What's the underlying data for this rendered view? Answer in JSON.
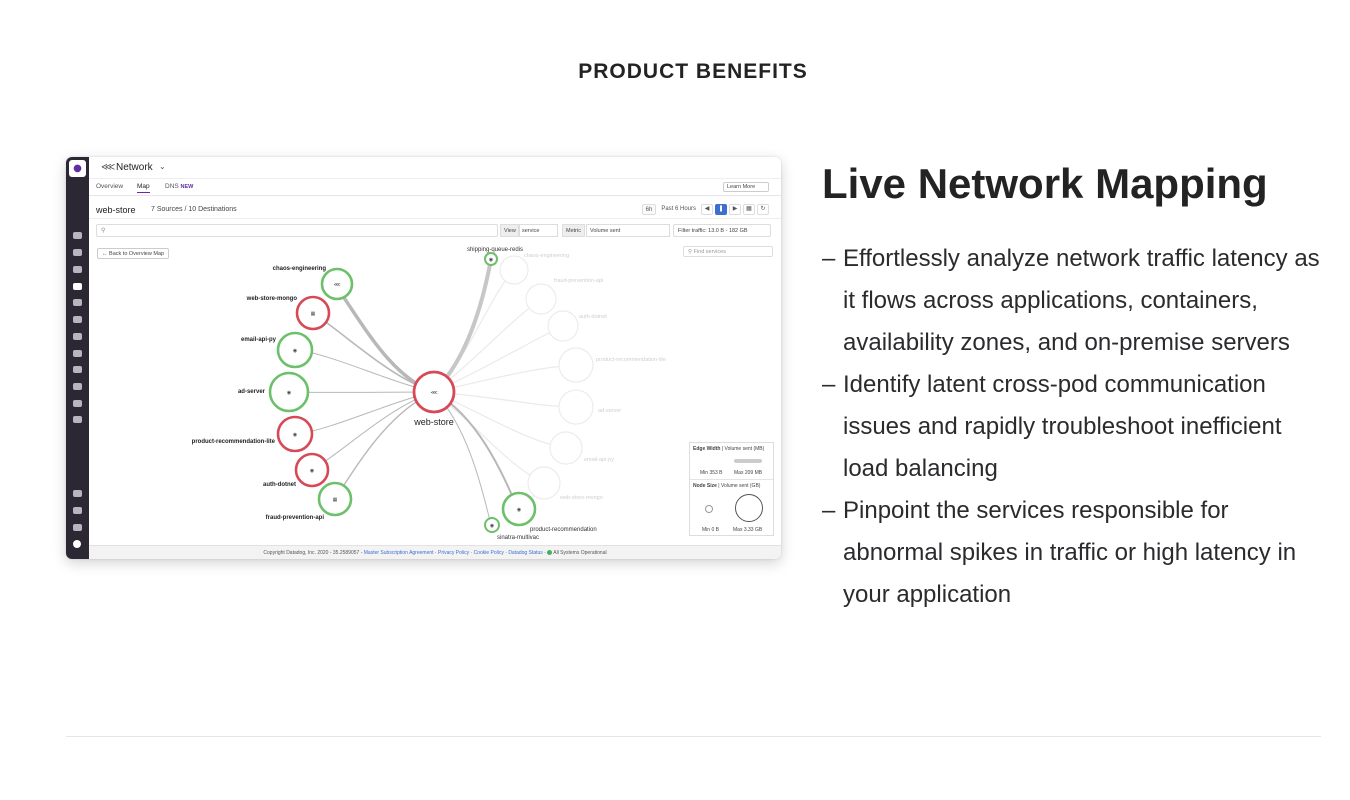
{
  "section": {
    "heading": "PRODUCT BENEFITS"
  },
  "screenshot": {
    "app_title": "Network",
    "tabs": [
      {
        "label": "Overview"
      },
      {
        "label": "Map"
      },
      {
        "label": "DNS",
        "badge": "NEW"
      }
    ],
    "learn_more": "Learn More",
    "service": "web-store",
    "counts": "7 Sources / 10 Destinations",
    "time_chip": "6h",
    "time_label": "Past 6 Hours",
    "search_placeholder": "",
    "view_label": "View",
    "view_value": "service",
    "metric_label": "Metric",
    "metric_value": "Volume sent",
    "filter_traffic": "Filter traffic: 13.0 B - 182 GB",
    "back_button": "Back to Overview Map",
    "find_services_placeholder": "Find services",
    "center_node": "web-store",
    "sources": [
      "chaos-engineering",
      "web-store-mongo",
      "email-api-py",
      "ad-server",
      "product-recommendation-lite",
      "auth-dotnet",
      "fraud-prevention-api"
    ],
    "destinations": [
      "shipping-queue-redis",
      "product-recommendation",
      "sinatra-multivac"
    ],
    "faded_destinations": [
      "chaos-engineering",
      "fraud-prevention-api",
      "auth-dotnet",
      "product-recommendation-lite",
      "ad-server",
      "email-api-py",
      "web-store-mongo"
    ],
    "legend": {
      "edge_title": "Edge Width",
      "edge_metric": "Volume sent (MB)",
      "edge_min": "Min 353 B",
      "edge_max": "Max 209 MB",
      "node_title": "Node Size",
      "node_metric": "Volume sent (GB)",
      "node_min": "Min 0 B",
      "node_max": "Max 3.33 GB"
    },
    "footer": {
      "copyright": "Copyright Datadog, Inc. 2020 - 35.2589057 -",
      "links": [
        "Master Subscription Agreement",
        "Privacy Policy",
        "Cookie Policy",
        "Datadog Status"
      ],
      "status": "All Systems Operational"
    },
    "colors": {
      "healthy": "#6cc06a",
      "critical": "#d64a57",
      "sidebar": "#2b2733",
      "accent": "#632ca6"
    }
  },
  "feature": {
    "title": "Live Network Mapping",
    "bullets": [
      {
        "dash": "–",
        "text": "Effortlessly analyze network traffic latency as it flows across applications, containers, availability zones, and on-premise servers"
      },
      {
        "dash": "–",
        "text": "Identify latent cross-pod communication issues and rapidly troubleshoot inefficient load balancing"
      },
      {
        "dash": "–",
        "text": "Pinpoint the services responsible for abnormal spikes in traffic or high latency in your application"
      }
    ]
  }
}
